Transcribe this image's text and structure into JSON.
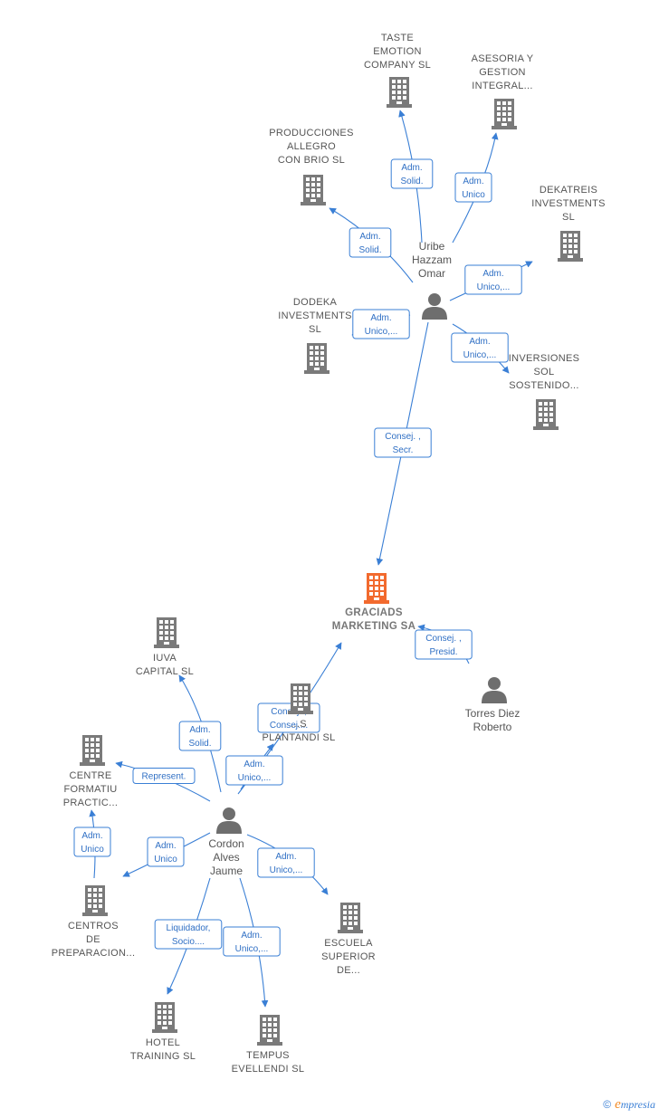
{
  "colors": {
    "company": "#7a7a7a",
    "company_focus": "#f26a2e",
    "person": "#6e6e6e",
    "edge": "#3a7fd5"
  },
  "nodes": [
    {
      "id": "taste",
      "kind": "company",
      "label": [
        "TASTE",
        "EMOTION",
        "COMPANY  SL"
      ]
    },
    {
      "id": "asesoria",
      "kind": "company",
      "label": [
        "ASESORIA Y",
        "GESTION",
        "INTEGRAL..."
      ]
    },
    {
      "id": "producciones",
      "kind": "company",
      "label": [
        "PRODUCCIONES",
        "ALLEGRO",
        "CON BRIO  SL"
      ]
    },
    {
      "id": "dekatreis",
      "kind": "company",
      "label": [
        "DEKATREIS",
        "INVESTMENTS",
        "SL"
      ]
    },
    {
      "id": "dodeka",
      "kind": "company",
      "label": [
        "DODEKA",
        "INVESTMENTS",
        "SL"
      ]
    },
    {
      "id": "inversiones",
      "kind": "company",
      "label": [
        "INVERSIONES",
        "SOL",
        "SOSTENIDO..."
      ]
    },
    {
      "id": "uribe",
      "kind": "person",
      "label": [
        "Uribe",
        "Hazzam",
        "Omar"
      ]
    },
    {
      "id": "graciads",
      "kind": "company_focus",
      "label": [
        "GRACIADS",
        "MARKETING SA"
      ]
    },
    {
      "id": "torres",
      "kind": "person",
      "label": [
        "Torres Diez",
        "Roberto"
      ]
    },
    {
      "id": "iuva",
      "kind": "company",
      "label": [
        "IUVA",
        "CAPITAL  SL"
      ]
    },
    {
      "id": "plantandi",
      "kind": "company",
      "label": [
        "...S",
        "PLANTANDI  SL"
      ]
    },
    {
      "id": "centre",
      "kind": "company",
      "label": [
        "CENTRE",
        "FORMATIU",
        "PRACTIC..."
      ]
    },
    {
      "id": "cordon",
      "kind": "person",
      "label": [
        "Cordon",
        "Alves",
        "Jaume"
      ]
    },
    {
      "id": "centros",
      "kind": "company",
      "label": [
        "CENTROS",
        "DE",
        "PREPARACION..."
      ]
    },
    {
      "id": "escuela",
      "kind": "company",
      "label": [
        "ESCUELA",
        "SUPERIOR",
        "DE..."
      ]
    },
    {
      "id": "hotel",
      "kind": "company",
      "label": [
        "HOTEL",
        "TRAINING  SL"
      ]
    },
    {
      "id": "tempus",
      "kind": "company",
      "label": [
        "TEMPUS",
        "EVELLENDI  SL"
      ]
    }
  ],
  "edges": [
    {
      "from": "uribe",
      "to": "taste",
      "label": [
        "Adm.",
        "Solid."
      ]
    },
    {
      "from": "uribe",
      "to": "asesoria",
      "label": [
        "Adm.",
        "Unico"
      ]
    },
    {
      "from": "uribe",
      "to": "producciones",
      "label": [
        "Adm.",
        "Solid."
      ]
    },
    {
      "from": "uribe",
      "to": "dekatreis",
      "label": [
        "Adm.",
        "Unico,..."
      ]
    },
    {
      "from": "uribe",
      "to": "dodeka",
      "label": [
        "Adm.",
        "Unico,..."
      ]
    },
    {
      "from": "uribe",
      "to": "inversiones",
      "label": [
        "Adm.",
        "Unico,..."
      ]
    },
    {
      "from": "uribe",
      "to": "graciads",
      "label": [
        "Consej. ,",
        "Secr."
      ]
    },
    {
      "from": "torres",
      "to": "graciads",
      "label": [
        "Consej. ,",
        "Presid."
      ]
    },
    {
      "from": "cordon",
      "to": "graciads",
      "label": [
        "Consej. ,",
        "Consej...."
      ]
    },
    {
      "from": "cordon",
      "to": "iuva",
      "label": [
        "Adm.",
        "Solid."
      ]
    },
    {
      "from": "cordon",
      "to": "plantandi",
      "label": [
        "Adm.",
        "Unico,..."
      ]
    },
    {
      "from": "cordon",
      "to": "centre",
      "label": [
        "Represent."
      ]
    },
    {
      "from": "centros",
      "to": "centre",
      "label": [
        "Adm.",
        "Unico"
      ]
    },
    {
      "from": "cordon",
      "to": "centros",
      "label": [
        "Adm.",
        "Unico"
      ]
    },
    {
      "from": "cordon",
      "to": "escuela",
      "label": [
        "Adm.",
        "Unico,..."
      ]
    },
    {
      "from": "cordon",
      "to": "hotel",
      "label": [
        "Liquidador,",
        "Socio...."
      ]
    },
    {
      "from": "cordon",
      "to": "tempus",
      "label": [
        "Adm.",
        "Unico,..."
      ]
    }
  ],
  "footer": {
    "copyright": "©",
    "brand_initial": "e",
    "brand_rest": "mpresia"
  }
}
